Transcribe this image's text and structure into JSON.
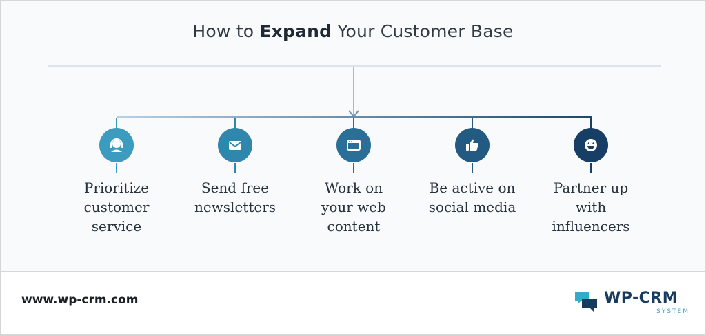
{
  "title": {
    "prefix": "How to ",
    "emphasis": "Expand",
    "suffix": " Your Customer Base"
  },
  "steps": [
    {
      "label_lines": [
        "Prioritize",
        "customer",
        "service"
      ],
      "icon": "headset-icon",
      "color": "#3b9cc0"
    },
    {
      "label_lines": [
        "Send free",
        "newsletters"
      ],
      "icon": "envelope-icon",
      "color": "#2f87ad"
    },
    {
      "label_lines": [
        "Work on",
        "your web",
        "content"
      ],
      "icon": "browser-window-icon",
      "color": "#2a6f97"
    },
    {
      "label_lines": [
        "Be active on",
        "social media"
      ],
      "icon": "thumbs-up-icon",
      "color": "#235a82"
    },
    {
      "label_lines": [
        "Partner up",
        "with",
        "influencers"
      ],
      "icon": "smiley-icon",
      "color": "#173f66"
    }
  ],
  "footer": {
    "url": "www.wp-crm.com",
    "logo_name": "WP-CRM",
    "logo_sub": "SYSTEM"
  },
  "colors": {
    "line_light": "#aecbdd",
    "line_dark": "#1d4770",
    "chat_cyan": "#36aac9",
    "chat_navy": "#173a5e"
  }
}
